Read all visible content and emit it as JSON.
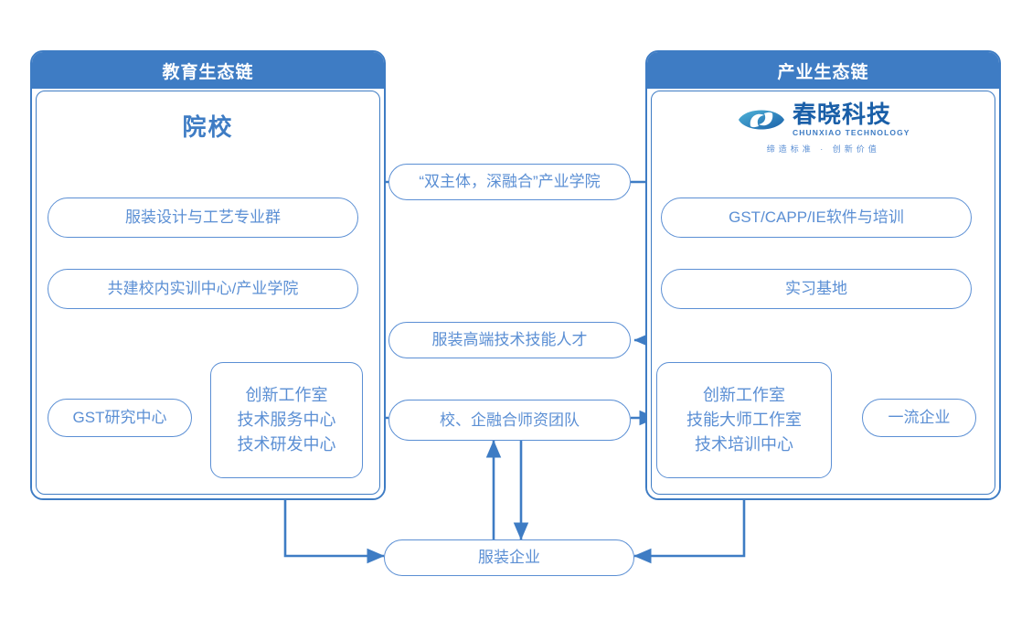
{
  "diagram": {
    "title_left": "教育生态链",
    "title_right": "产业生态链",
    "accent": "#3e7cc4",
    "node_color": "#5b8fd4"
  },
  "left_panel": {
    "header": "教育生态链",
    "subtitle": "院校",
    "nodes": [
      {
        "id": "major-group",
        "label": "服装设计与工艺专业群"
      },
      {
        "id": "training-center",
        "label": "共建校内实训中心/产业学院"
      },
      {
        "id": "gst-research",
        "label": "GST研究中心"
      },
      {
        "id": "school-centers",
        "lines": [
          "创新工作室",
          "技术服务中心",
          "技术研发中心"
        ]
      }
    ]
  },
  "right_panel": {
    "header": "产业生态链",
    "logo": {
      "cn": "春晓科技",
      "en": "CHUNXIAO TECHNOLOGY",
      "slogan": "缔造标准 · 创新价值",
      "mark": "wave-eye-logo-icon"
    },
    "nodes": [
      {
        "id": "software-training",
        "label": "GST/CAPP/IE软件与培训"
      },
      {
        "id": "internship-base",
        "label": "实习基地"
      },
      {
        "id": "top-enterprise",
        "label": "一流企业"
      },
      {
        "id": "industry-centers",
        "lines": [
          "创新工作室",
          "技能大师工作室",
          "技术培训中心"
        ]
      }
    ]
  },
  "center_nodes": [
    {
      "id": "industry-college",
      "label": "“双主体，深融合”产业学院"
    },
    {
      "id": "talent",
      "label": "服装高端技术技能人才"
    },
    {
      "id": "faculty-team",
      "label": "校、企融合师资团队"
    },
    {
      "id": "garment-enterprise",
      "label": "服装企业"
    }
  ]
}
